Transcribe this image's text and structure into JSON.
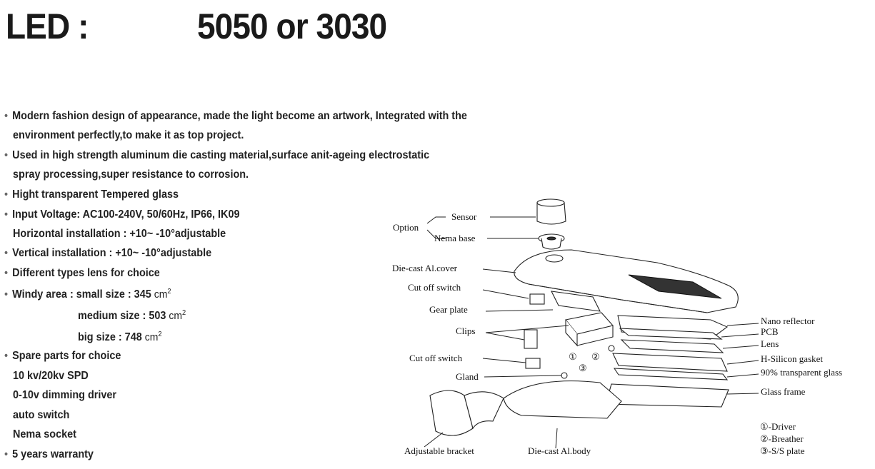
{
  "heading": {
    "label": "LED :",
    "value": "5050 or 3030"
  },
  "bullets": [
    {
      "lines": [
        "Modern fashion design of appearance, made the light become an artwork, Integrated with the",
        "environment perfectly,to make it as top project."
      ]
    },
    {
      "lines": [
        "Used in high strength aluminum die casting material,surface anit-ageing electrostatic",
        "spray processing,super resistance to corrosion."
      ]
    },
    {
      "lines": [
        "Hight transparent Tempered glass"
      ]
    },
    {
      "lines": [
        "Input Voltage: AC100-240V, 50/60Hz, IP66, IK09",
        "Horizontal installation : +10~ -10°adjustable"
      ]
    },
    {
      "lines": [
        "Vertical installation : +10~ -10°adjustable"
      ]
    },
    {
      "lines": [
        "Different types lens for choice"
      ]
    }
  ],
  "windy": {
    "label": "Windy area :",
    "small": "small size : 345",
    "medium": "medium size : 503",
    "big": "big size : 748",
    "unit": "cm",
    "unit_sup": "2"
  },
  "spare": {
    "title": "Spare parts for choice",
    "items": [
      "10 kv/20kv SPD",
      "0-10v dimming driver",
      "auto switch",
      "Nema socket"
    ]
  },
  "warranty": "5 years warranty",
  "diagram": {
    "labels": {
      "sensor": "Sensor",
      "option": "Option",
      "nema_base": "Nema base",
      "cover": "Die-cast Al.cover",
      "cutoff1": "Cut off switch",
      "gear": "Gear plate",
      "clips": "Clips",
      "cutoff2": "Cut off switch",
      "gland": "Gland",
      "bracket": "Adjustable bracket",
      "body": "Die-cast Al.body",
      "nano": "Nano reflector",
      "pcb": "PCB",
      "lens": "Lens",
      "gasket": "H-Silicon gasket",
      "glass": "90% transparent glass",
      "frame": "Glass frame"
    },
    "markers": {
      "m1": "①",
      "m2": "②",
      "m3": "③"
    },
    "legend": [
      "①-Driver",
      "②-Breather",
      "③-S/S plate"
    ]
  }
}
